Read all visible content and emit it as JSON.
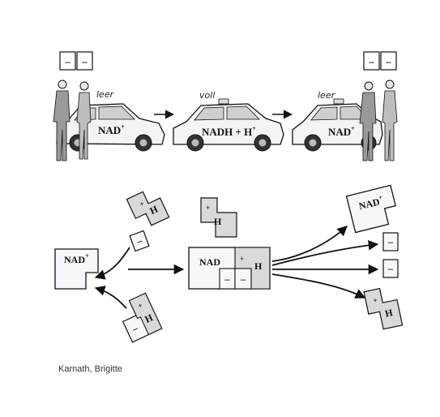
{
  "labels": {
    "minus": "–",
    "plus": "+",
    "h": "H",
    "nad": "NAD",
    "nadh_h": "NADH + H",
    "empty_left": "leer",
    "full_middle": "voll",
    "empty_right": "leer"
  },
  "credit": "Karnath, Brigitte",
  "colors": {
    "tile_fill": "#f6f6fb",
    "h_fill": "#d9d9d9",
    "ink": "#111111"
  }
}
